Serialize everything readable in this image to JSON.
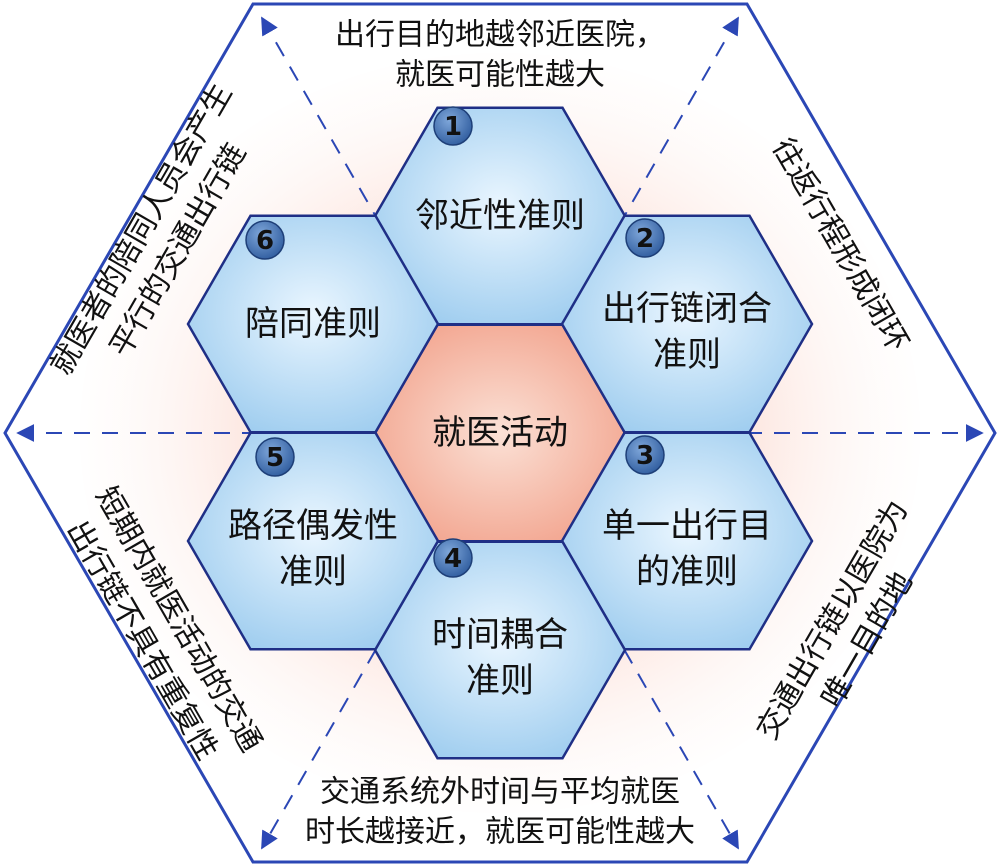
{
  "center": {
    "label": "就医活动"
  },
  "principles": [
    {
      "num": "1",
      "lines": [
        "邻近性准则"
      ]
    },
    {
      "num": "2",
      "lines": [
        "出行链闭合",
        "准则"
      ]
    },
    {
      "num": "3",
      "lines": [
        "单一出行目",
        "的准则"
      ]
    },
    {
      "num": "4",
      "lines": [
        "时间耦合",
        "准则"
      ]
    },
    {
      "num": "5",
      "lines": [
        "路径偶发性",
        "准则"
      ]
    },
    {
      "num": "6",
      "lines": [
        "陪同准则"
      ]
    }
  ],
  "edges": {
    "top": [
      "出行目的地越邻近医院，",
      "就医可能性越大"
    ],
    "upper_right": [
      "往返行程形成闭环"
    ],
    "lower_right": [
      "交通出行链以医院为",
      "唯一目的地"
    ],
    "bottom": [
      "交通系统外时间与平均就医",
      "时长越接近，就医可能性越大"
    ],
    "lower_left": [
      "短期内就医活动的交通",
      "出行链不具有重复性"
    ],
    "upper_left": [
      "就医者的陪同人员会产生",
      "平行的交通出行链"
    ]
  },
  "colors": {
    "frame": "#2b47b5",
    "hex_stroke": "#1f2f86",
    "badge": "#3f6fb2",
    "hex_blue_center": "#eaf6ff",
    "hex_blue_edge": "#9fcdef",
    "hex_center_inner": "#fbe1d6",
    "hex_center_edge": "#f2a38d"
  }
}
